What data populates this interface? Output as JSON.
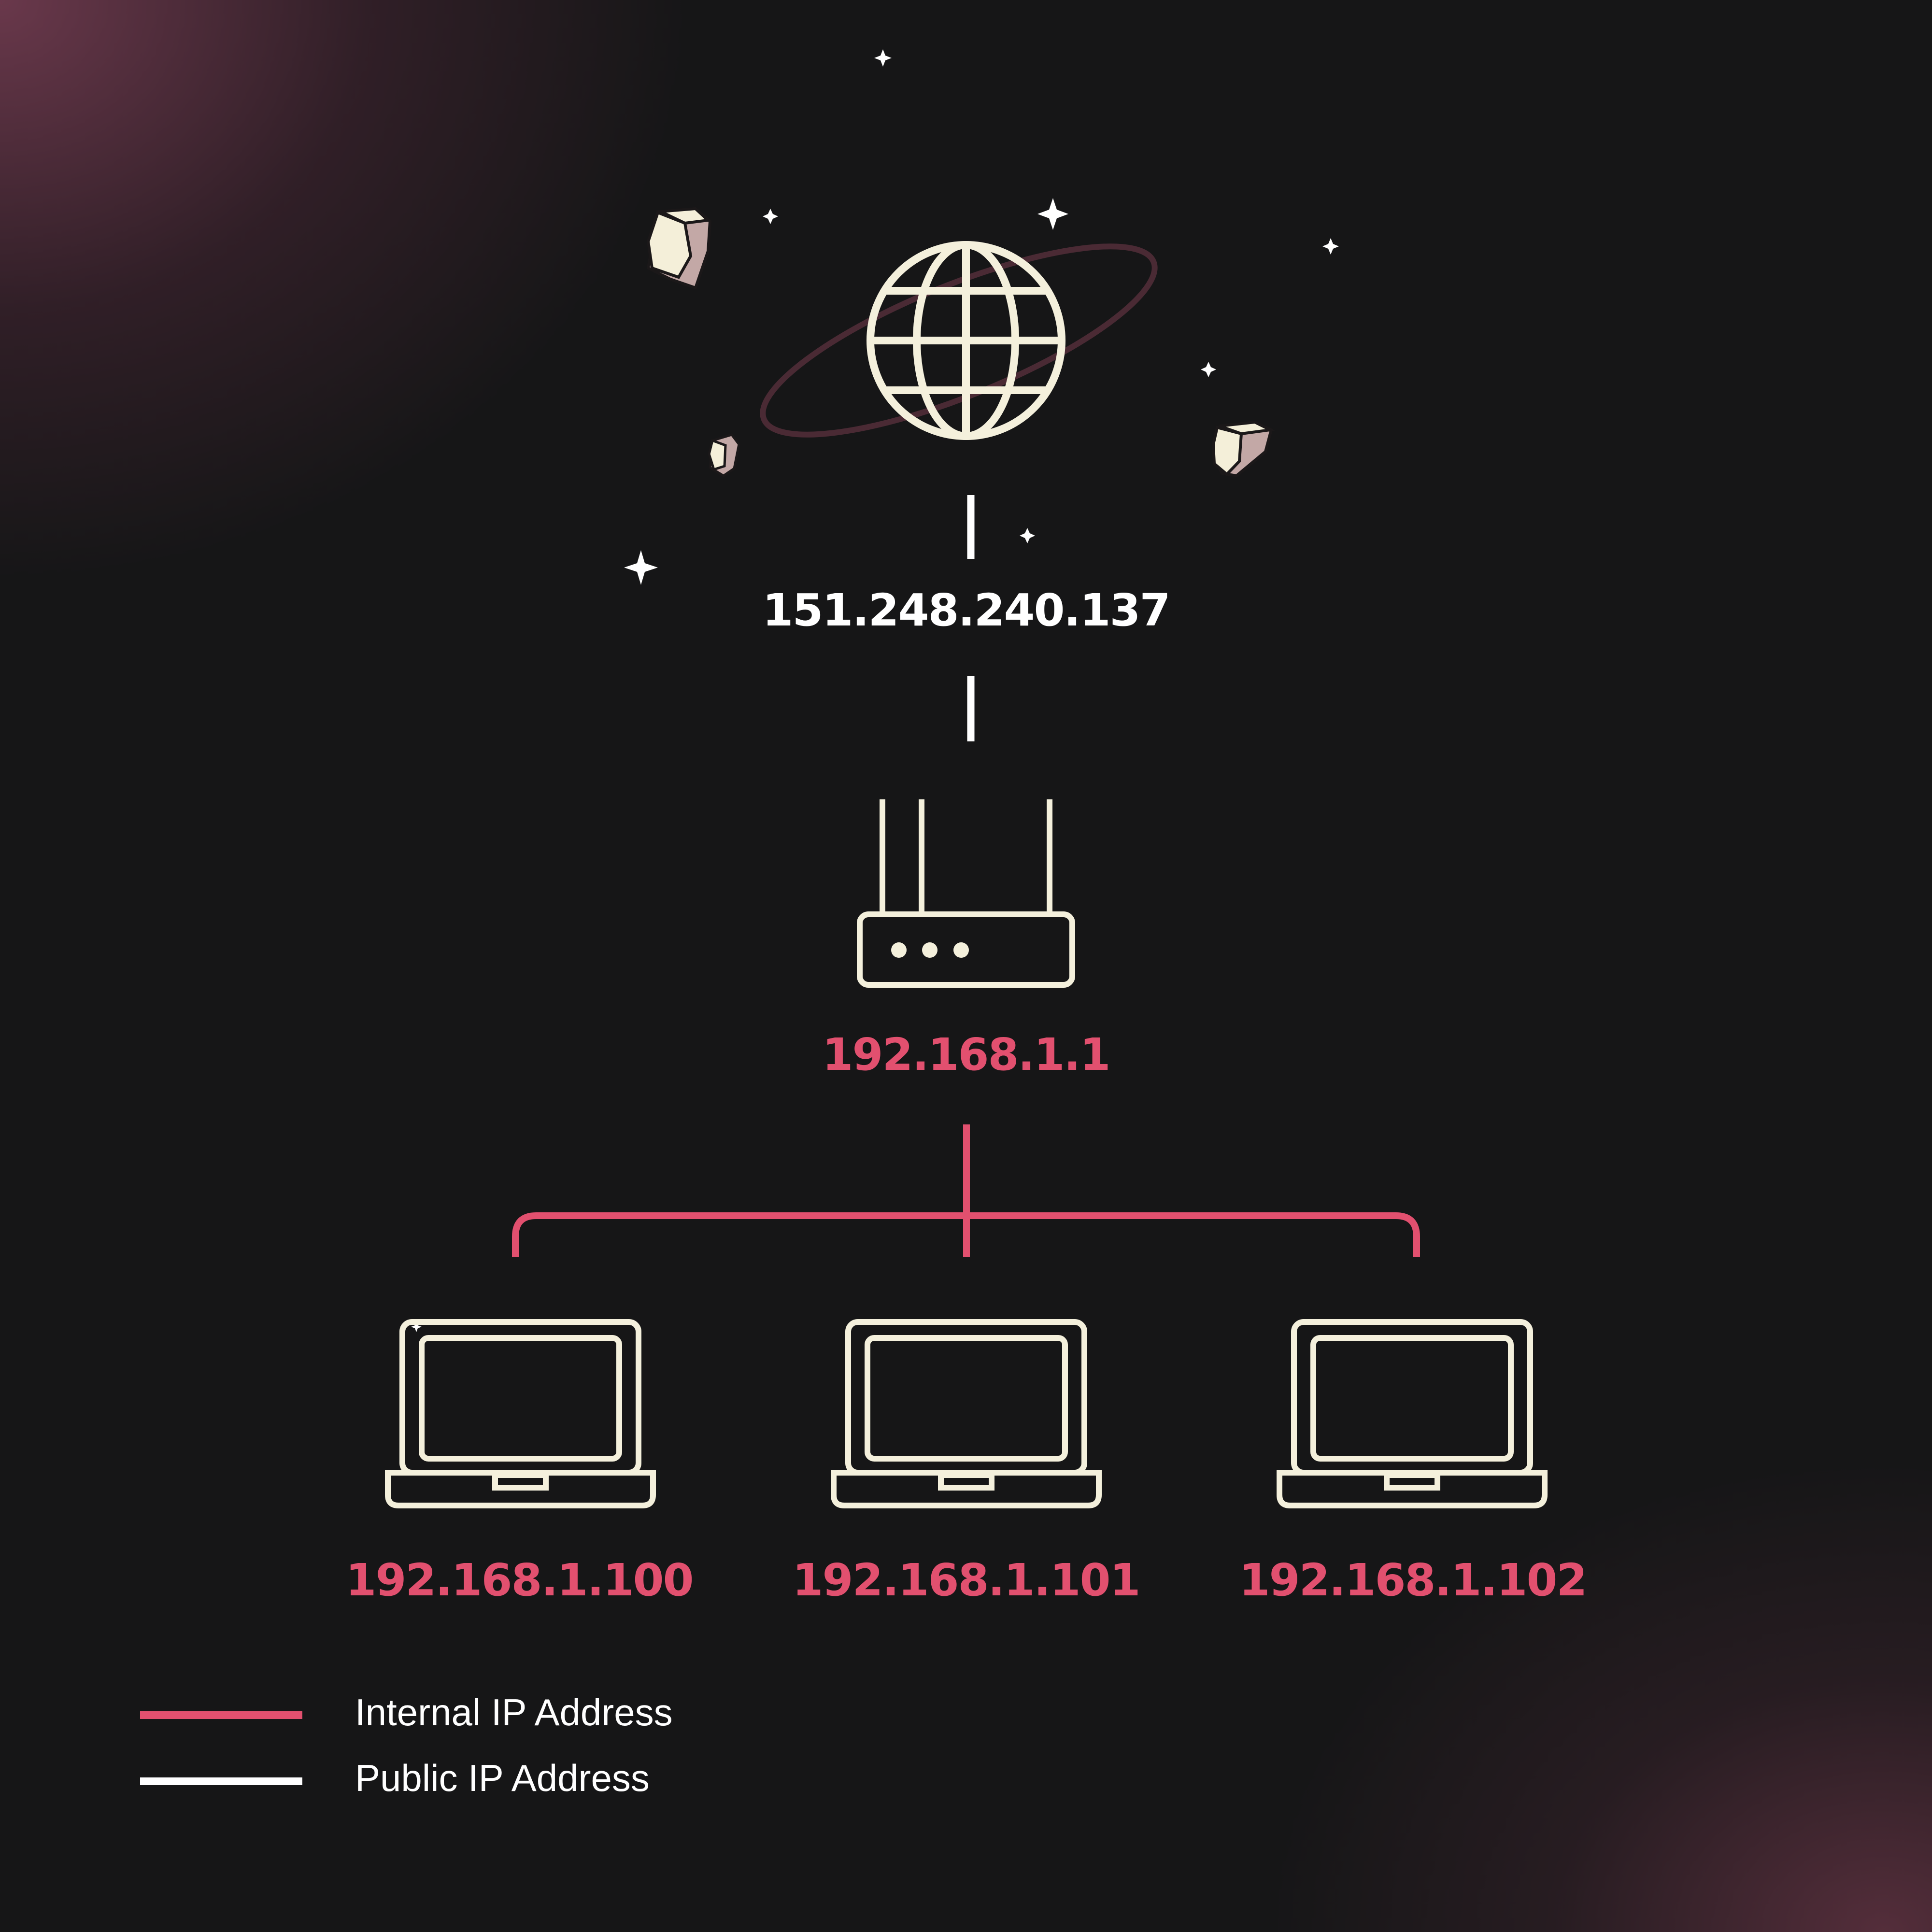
{
  "colors": {
    "background": "#161617",
    "icon_stroke": "#f4f0dc",
    "internal": "#e2506f",
    "public": "#ffffff",
    "orbit": "#4a2a34",
    "rock_light": "#f4efd9",
    "rock_shade": "#c3a8a6"
  },
  "nodes": {
    "internet": {
      "icon": "globe-icon"
    },
    "public_ip": "151.248.240.137",
    "router": {
      "icon": "router-icon",
      "ip": "192.168.1.1"
    },
    "laptops": [
      {
        "icon": "laptop-icon",
        "ip": "192.168.1.100"
      },
      {
        "icon": "laptop-icon",
        "ip": "192.168.1.101"
      },
      {
        "icon": "laptop-icon",
        "ip": "192.168.1.102"
      }
    ]
  },
  "legend": {
    "internal_label": "Internal IP Address",
    "public_label": "Public IP Address"
  }
}
